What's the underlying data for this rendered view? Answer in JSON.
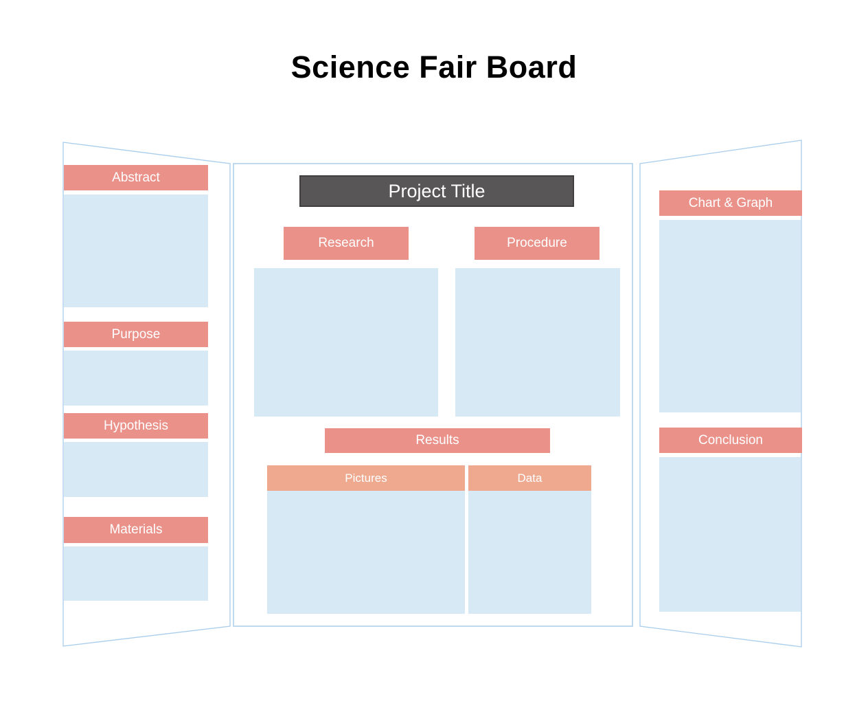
{
  "title": "Science Fair Board",
  "colors": {
    "section_header": "#EA918A",
    "sub_header": "#EFA98F",
    "content_box": "#D6E9F5",
    "project_title_bar": "#595657",
    "fold_outline": "#A9CDEC",
    "header_text": "#FFFFFF",
    "title_text": "#000000"
  },
  "board": {
    "left_panel": {
      "sections": [
        {
          "label": "Abstract"
        },
        {
          "label": "Purpose"
        },
        {
          "label": "Hypothesis"
        },
        {
          "label": "Materials"
        }
      ]
    },
    "center_panel": {
      "project_title": "Project Title",
      "columns": [
        {
          "label": "Research"
        },
        {
          "label": "Procedure"
        }
      ],
      "results": {
        "label": "Results",
        "sub_columns": [
          {
            "label": "Pictures"
          },
          {
            "label": "Data"
          }
        ]
      }
    },
    "right_panel": {
      "sections": [
        {
          "label": "Chart & Graph"
        },
        {
          "label": "Conclusion"
        }
      ]
    }
  }
}
